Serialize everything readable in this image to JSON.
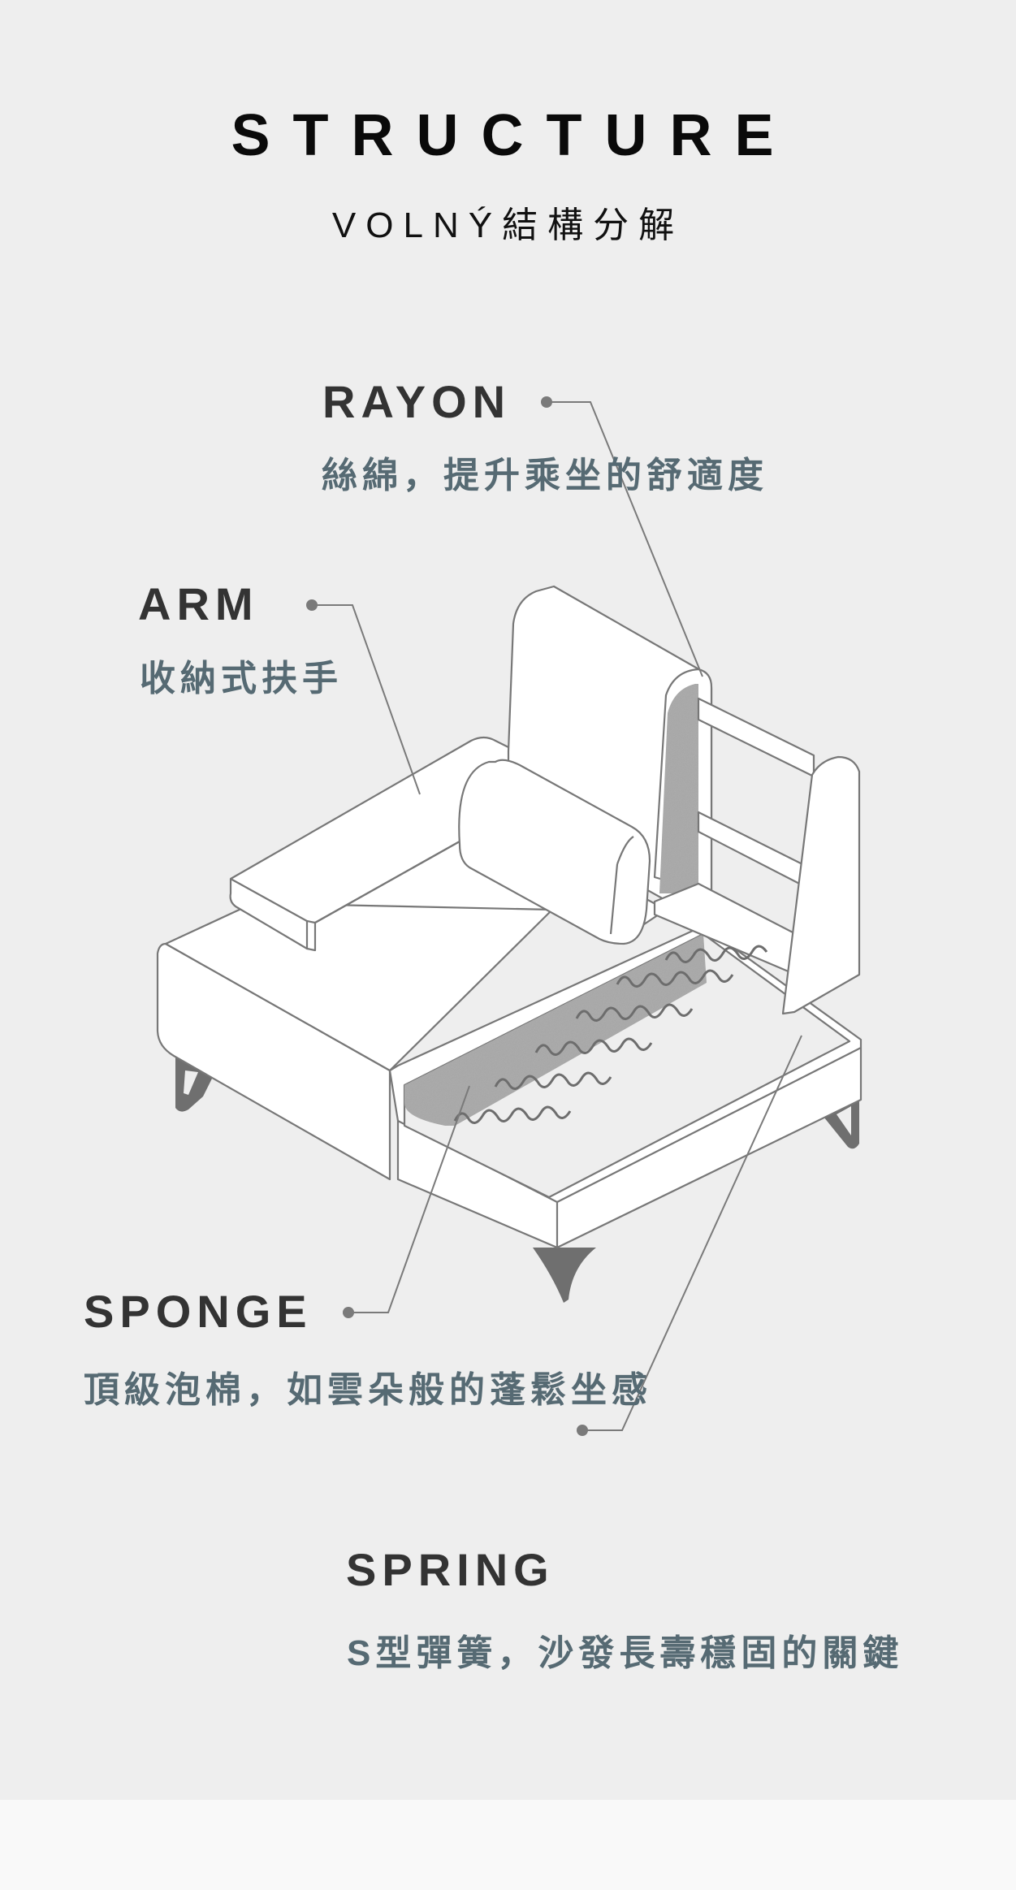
{
  "header": {
    "title": "STRUCTURE",
    "subtitle": "VOLNÝ結構分解"
  },
  "callouts": [
    {
      "id": "rayon",
      "label": "RAYON",
      "description": "絲綿，提升乘坐的舒適度"
    },
    {
      "id": "arm",
      "label": "ARM",
      "description": "收納式扶手"
    },
    {
      "id": "sponge",
      "label": "SPONGE",
      "description": "頂級泡棉，如雲朵般的蓬鬆坐感"
    },
    {
      "id": "spring",
      "label": "SPRING",
      "description": "S型彈簧，沙發長壽穩固的關鍵"
    }
  ],
  "illustration": {
    "subject": "exploded sofa structure diagram",
    "colors": {
      "background": "#eeeeee",
      "outline": "#777777",
      "fill": "#ffffff",
      "foam": "#a8a8a8",
      "legs": "#6f6f6f",
      "leader_line": "#7a7a7a",
      "label_text": "#333333",
      "description_text": "#566a73"
    }
  }
}
